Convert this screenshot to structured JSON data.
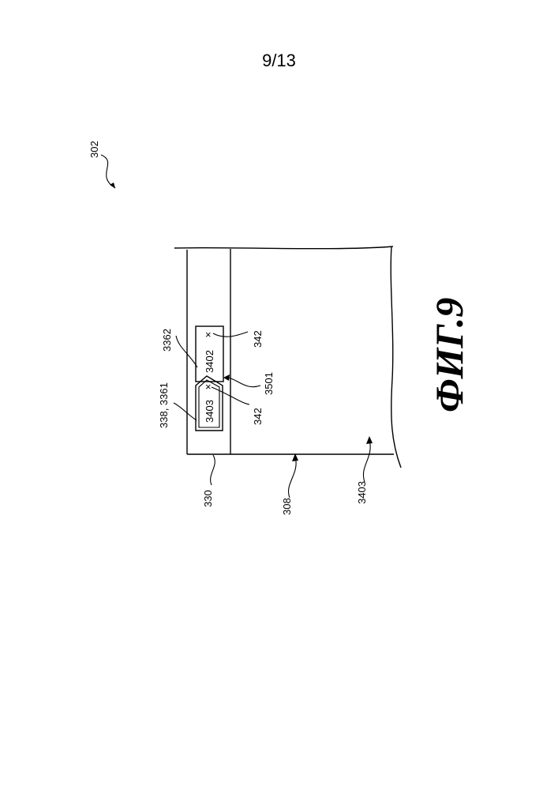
{
  "page_number": "9/13",
  "figure_caption": "ФИГ.9",
  "labels": {
    "ref_302": "302",
    "ref_3362": "3362",
    "ref_338_3361": "338, 3361",
    "ref_3402": "3402",
    "ref_3403_tab": "3403",
    "ref_342_top": "342",
    "ref_3501": "3501",
    "ref_342_bottom": "342",
    "ref_330": "330",
    "ref_308": "308",
    "ref_3403_content": "3403"
  },
  "close_glyph": "×"
}
